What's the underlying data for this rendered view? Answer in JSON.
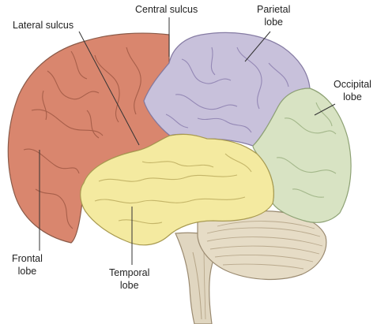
{
  "labels": {
    "central_sulcus": "Central sulcus",
    "lateral_sulcus": "Lateral sulcus",
    "parietal": [
      "Parietal",
      "lobe"
    ],
    "occipital": [
      "Occipital",
      "lobe"
    ],
    "frontal": [
      "Frontal",
      "lobe"
    ],
    "temporal": [
      "Temporal",
      "lobe"
    ]
  },
  "colors": {
    "frontal": "#d9866e",
    "parietal": "#c8c1db",
    "occipital": "#d8e3c3",
    "temporal": "#f4eaa0",
    "cerebellum": "#e6dcc6",
    "brainstem": "#e0d6c0",
    "outline": "#8a6e5a",
    "label_line": "#333333"
  }
}
